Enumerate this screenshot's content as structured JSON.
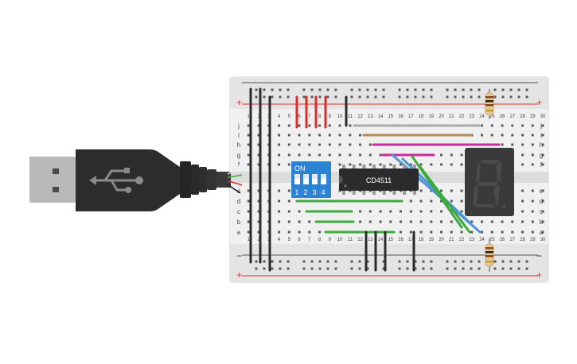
{
  "breadboard": {
    "row_letters_top": [
      "j",
      "i",
      "h",
      "g",
      "f"
    ],
    "row_letters_bottom": [
      "e",
      "d",
      "c",
      "b",
      "a"
    ],
    "column_numbers": [
      "1",
      "2",
      "3",
      "4",
      "5",
      "6",
      "7",
      "8",
      "9",
      "10",
      "11",
      "12",
      "13",
      "14",
      "15",
      "16",
      "17",
      "18",
      "19",
      "20",
      "21",
      "22",
      "23",
      "24",
      "25",
      "26",
      "27",
      "28",
      "29",
      "30"
    ],
    "rail_plus": "+",
    "rail_minus": "−"
  },
  "dip_switch": {
    "on_label": "ON",
    "switch_numbers": [
      "1",
      "2",
      "3",
      "4"
    ]
  },
  "ic": {
    "label": "CD4511"
  },
  "seven_segment": {
    "digit_shown": "8"
  },
  "usb": {
    "icon": "usb-trident-icon"
  },
  "colors": {
    "red_wire": "#e02b2b",
    "green_wire": "#3daa3d",
    "blue_wire": "#4f95d6",
    "magenta_wire": "#c82b9e",
    "brown_wire": "#b98b54",
    "gray_wire": "#a8a8a8",
    "black_wire": "#2b2b2b",
    "dip_blue": "#2a83d4"
  }
}
